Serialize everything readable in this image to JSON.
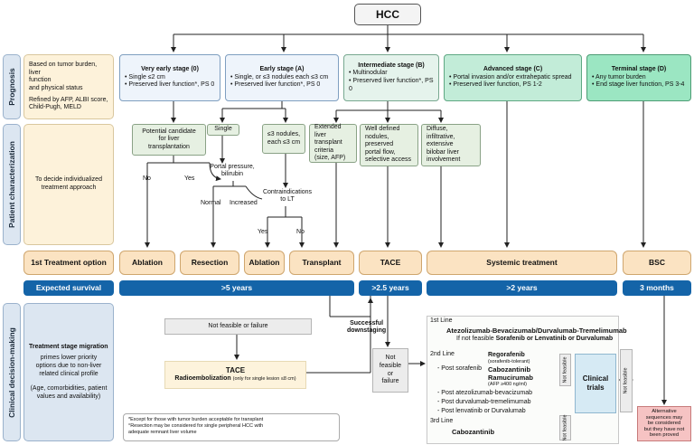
{
  "root": "HCC",
  "side_labels": {
    "prognosis": "Prognosis",
    "patient": "Patient characterization",
    "clinical": "Clinical decision-making"
  },
  "left_panel": {
    "prognosis_line1": "Based on tumor burden, liver",
    "prognosis_line2": "function",
    "prognosis_line3": "and physical status",
    "prognosis_line4": "Refined by AFP, ALBI score,",
    "prognosis_line5": "Child-Pugh, MELD",
    "patient_line1": "To decide individualized",
    "patient_line2": "treatment approach",
    "first_treatment": "1st Treatment option",
    "expected_survival": "Expected survival",
    "migration_title": "Treatment stage migration",
    "migration_line1": "primes lower priority",
    "migration_line2": "options due to non-liver",
    "migration_line3": "related clinical profile",
    "migration_line4": "(Age, comorbidities, patient",
    "migration_line5": "values and availability)"
  },
  "stages": [
    {
      "title": "Very early stage (0)",
      "l1": "• Single ≤2 cm",
      "l2": "• Preserved liver function*, PS 0"
    },
    {
      "title": "Early stage (A)",
      "l1": "• Single, or ≤3 nodules each ≤3 cm",
      "l2": "• Preserved liver function*, PS 0"
    },
    {
      "title": "Intermediate stage (B)",
      "l1": "• Multinodular",
      "l2": "• Preserved liver function*, PS 0"
    },
    {
      "title": "Advanced stage (C)",
      "l1": "• Portal invasion and/or extrahepatic spread",
      "l2": "• Preserved liver function, PS 1-2"
    },
    {
      "title": "Terminal stage (D)",
      "l1": "• Any tumor burden",
      "l2": "• End stage liver function, PS 3-4"
    }
  ],
  "characterization": {
    "candidate_l1": "Potential candidate",
    "candidate_l2": "for liver",
    "candidate_l3": "transplantation",
    "single": "Single",
    "nodules_l1": "≤3 nodules,",
    "nodules_l2": "each ≤3 cm",
    "extended_l1": "Extended",
    "extended_l2": "liver transplant",
    "extended_l3": "criteria",
    "extended_l4": "(size, AFP)",
    "welldef_l1": "Well defined",
    "welldef_l2": "nodules, preserved",
    "welldef_l3": "portal flow,",
    "welldef_l4": "selective access",
    "diffuse_l1": "Diffuse, infiltrative,",
    "diffuse_l2": "extensive",
    "diffuse_l3": "bilobar liver",
    "diffuse_l4": "involvement",
    "no": "No",
    "yes": "Yes",
    "portal_l1": "Portal pressure,",
    "portal_l2": "bilirubin",
    "normal": "Normal",
    "increased": "Increased",
    "contra_l1": "Contraindications",
    "contra_l2": "to LT",
    "yes2": "Yes",
    "no2": "No"
  },
  "treatments": [
    "Ablation",
    "Resection",
    "Ablation",
    "Transplant",
    "TACE",
    "Systemic treatment",
    "BSC"
  ],
  "survival": [
    ">5 years",
    ">2.5 years",
    ">2 years",
    "3 months"
  ],
  "decision": {
    "not_feasible": "Not feasible or failure",
    "successful_l1": "Successful",
    "successful_l2": "downstaging",
    "tace_title": "TACE",
    "radio_bold": "Radioembolization",
    "radio_note": "(only for single lesion ≤8 cm)",
    "nf_l1": "Not",
    "nf_l2": "feasible",
    "nf_l3": "or",
    "nf_l4": "failure"
  },
  "systemic": {
    "line1_label": "1st Line",
    "line1_drugs": "Atezolizumab-Bevacizumab/Durvalumab-Tremelimumab",
    "line1_alt_prefix": "If not feasible",
    "line1_alt_bold": "Sorafenib or Lenvatinib or Durvalumab",
    "line2_label": "2nd Line",
    "post_sorafenib": "- Post sorafenib",
    "rego": "Regorafenib",
    "rego_note": "(sorafenib-tolerant)",
    "cabo": "Cabozantinib",
    "ramu": "Ramucirumab",
    "ramu_note": "(AFP ≥400 ng/ml)",
    "post_atezo": "- Post atezolizumab-bevacizumab",
    "post_durva": "- Post durvalumab-tremelimumab",
    "post_lenva": "- Post lenvatinib or Durvalumab",
    "line3_label": "3rd Line",
    "line3_drug": "Cabozantinib",
    "not_feasible": "Not feasible",
    "clinical_l1": "Clinical",
    "clinical_l2": "trials",
    "alt_l1": "Alternative",
    "alt_l2": "sequences may",
    "alt_l3": "be considered",
    "alt_l4": "but they have not",
    "alt_l5": "been proved"
  },
  "footnotes": {
    "f1": "*Except for those with tumor burden acceptable for transplant",
    "f2": "°Resection may be considered for single peripheral HCC with",
    "f3": "adequate remnant liver volume"
  }
}
